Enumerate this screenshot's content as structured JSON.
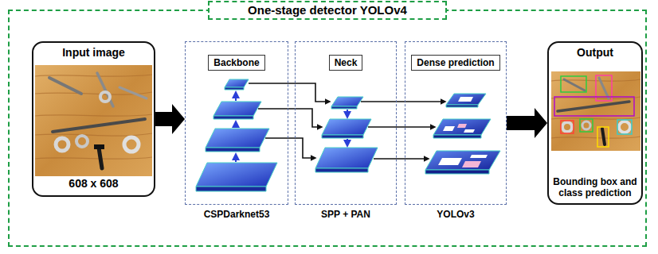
{
  "diagram": {
    "nodes": [
      {
        "text": [
          "One-stage detector YOLOv4"
        ]
      },
      {
        "text": [
          "Input image",
          "608 x 608"
        ],
        "in": 0
      },
      {
        "text": [
          "Backbone",
          "CSPDarknet53"
        ],
        "in": 0
      },
      {
        "text": [
          "Neck",
          "SPP + PAN"
        ],
        "in": 0
      },
      {
        "text": [
          "Dense prediction",
          "YOLOv3"
        ],
        "in": 0
      },
      {
        "text": [
          "Output",
          "Bounding box and class prediction"
        ],
        "in": 0
      }
    ],
    "edges": [
      {
        "from": 1,
        "to": 2,
        "arrow": "to"
      },
      {
        "from": 4,
        "to": 5,
        "arrow": "to"
      }
    ]
  }
}
